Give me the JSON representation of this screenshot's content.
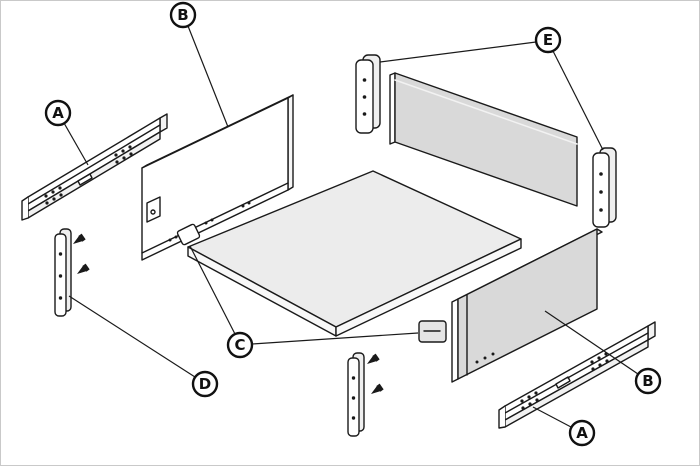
{
  "figure": {
    "background": "#ffffff",
    "frame_color": "#c9c9c9",
    "line_color": "#1a1a1a",
    "panel_fill": "#d9d9d9",
    "board_fill": "#ececec"
  },
  "callouts": {
    "slide_left": "A",
    "side_panel_left": "B",
    "back_panel_brackets": "E",
    "lock_devices": "C",
    "rear_fixing_brackets": "D",
    "side_panel_right": "B",
    "slide_right": "A"
  }
}
